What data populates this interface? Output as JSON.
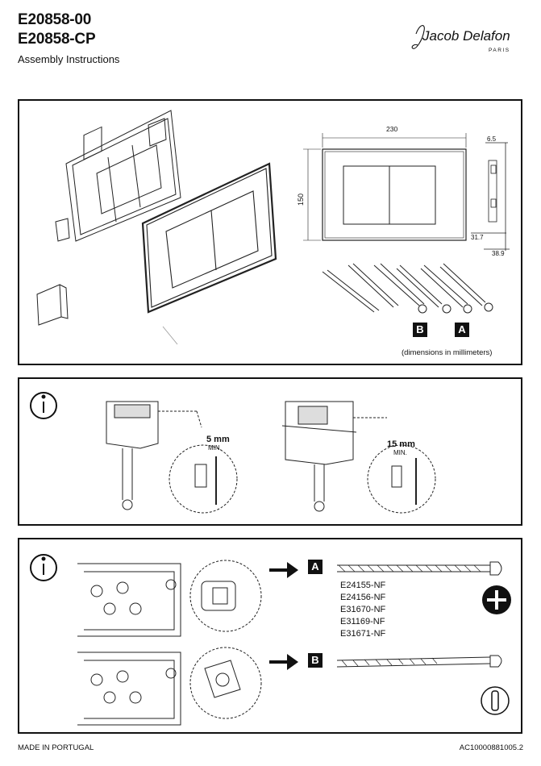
{
  "header": {
    "model_1": "E20858-00",
    "model_2": "E20858-CP",
    "subtitle": "Assembly Instructions",
    "brand_script": "Jacob Delafon",
    "brand_city": "PARIS"
  },
  "panel1": {
    "dim_width": "230",
    "dim_height": "150",
    "dim_depth_top": "6.5",
    "dim_depth_a": "31.7",
    "dim_depth_b": "38.9",
    "label_b": "B",
    "label_a": "A",
    "note": "(dimensions in millimeters)"
  },
  "panel2": {
    "gap_1_value": "5 mm",
    "gap_1_min": "MIN.",
    "gap_2_value": "15 mm",
    "gap_2_min": "MIN."
  },
  "panel3": {
    "label_a": "A",
    "label_b": "B",
    "references": [
      "E24155-NF",
      "E24156-NF",
      "E31670-NF",
      "E31169-NF",
      "E31671-NF"
    ]
  },
  "footer": {
    "origin": "MADE IN PORTUGAL",
    "doc_code": "AC10000881005.2"
  }
}
